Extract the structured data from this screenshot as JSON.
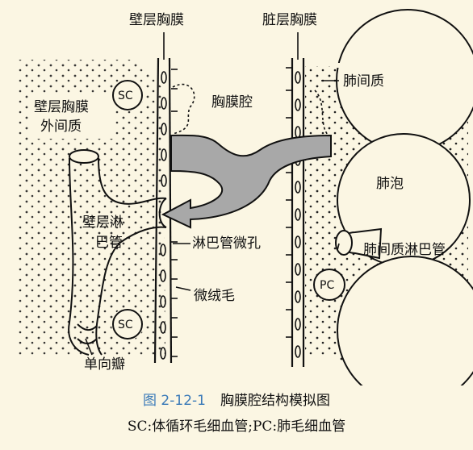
{
  "labels": {
    "parietal_pleura": "壁层胸膜",
    "visceral_pleura": "脏层胸膜",
    "interstitium": "肺间质",
    "pleural_cavity": "胸膜腔",
    "parietal_interstitium_line1": "壁层胸膜",
    "parietal_interstitium_line2": "外间质",
    "alveolus": "肺泡",
    "parietal_lymph_line1": "壁层淋",
    "parietal_lymph_line2": "巴管",
    "lymph_stoma": "淋巴管微孔",
    "interstitial_lymph": "肺间质淋巴管",
    "microvilli": "微绒毛",
    "valve": "单向瓣",
    "sc": "SC",
    "pc": "PC"
  },
  "caption": {
    "number": "图 2-12-1",
    "title": "胸膜腔结构模拟图"
  },
  "legend": "SC:体循环毛细血管;PC:肺毛细血管",
  "colors": {
    "background": "#fbf6e3",
    "arrow_fill": "#a8a8a8",
    "caption_number": "#3a7ab8"
  }
}
